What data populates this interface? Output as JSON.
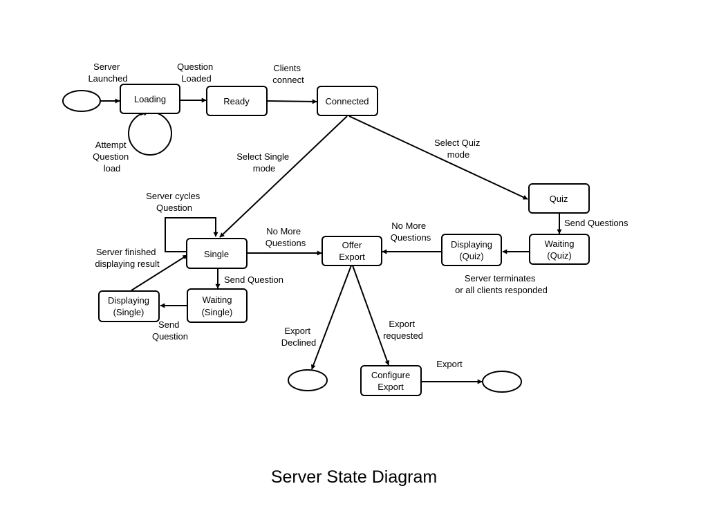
{
  "title": "Server State Diagram",
  "states": {
    "loading": "Loading",
    "ready": "Ready",
    "connected": "Connected",
    "quiz": "Quiz",
    "single": "Single",
    "offer_export": [
      "Offer",
      "Export"
    ],
    "displaying_quiz": [
      "Displaying",
      "(Quiz)"
    ],
    "waiting_quiz": [
      "Waiting",
      "(Quiz)"
    ],
    "displaying_single": [
      "Displaying",
      "(Single)"
    ],
    "waiting_single": [
      "Waiting",
      "(Single)"
    ],
    "configure_export": [
      "Configure",
      "Export"
    ]
  },
  "transitions": {
    "server_launched": [
      "Server",
      "Launched"
    ],
    "question_loaded": [
      "Question",
      "Loaded"
    ],
    "clients_connect": [
      "Clients",
      "connect"
    ],
    "attempt_question_load": [
      "Attempt",
      "Question",
      "load"
    ],
    "select_single_mode": [
      "Select Single",
      "mode"
    ],
    "select_quiz_mode": [
      "Select Quiz",
      "mode"
    ],
    "server_cycles_question": [
      "Server cycles",
      "Question"
    ],
    "no_more_questions_single": [
      "No More",
      "Questions"
    ],
    "no_more_questions_quiz": [
      "No More",
      "Questions"
    ],
    "send_questions": [
      "Send Questions"
    ],
    "server_finished_displaying": [
      "Server finished",
      "displaying result"
    ],
    "send_question_down": [
      "Send Question"
    ],
    "send_question_left": [
      "Send",
      "Question"
    ],
    "server_terminates": [
      "Server terminates",
      "or all clients responded"
    ],
    "export_declined": [
      "Export",
      "Declined"
    ],
    "export_requested": [
      "Export",
      "requested"
    ],
    "export": [
      "Export"
    ]
  }
}
